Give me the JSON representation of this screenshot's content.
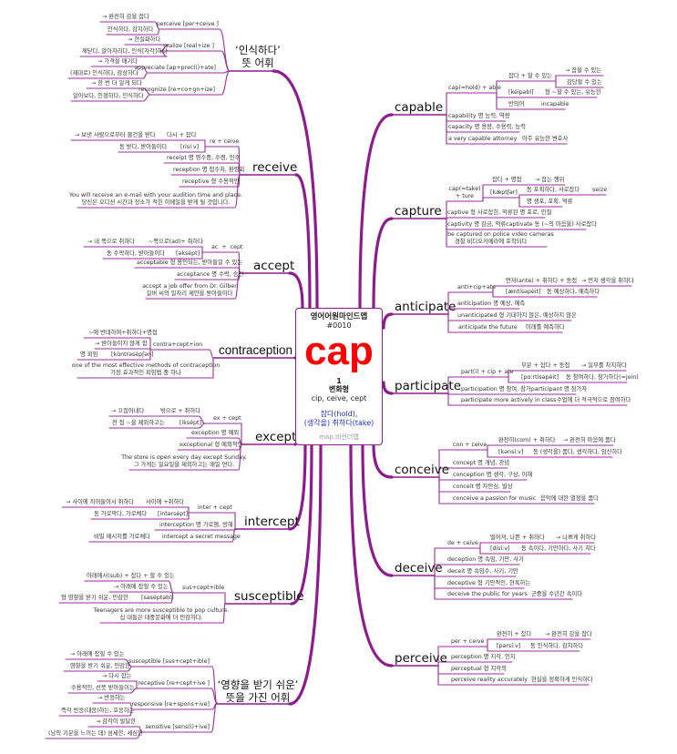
{
  "center": {
    "series_title": "영어어원마인드맵",
    "number": "#0010",
    "root": "cap",
    "variant_count": "1",
    "variant_label": "변화형",
    "variants": "cip, ceive, cept",
    "meaning_1": "잡다(hold),",
    "meaning_2": "(생각을) 취하다(take)",
    "brand": "map.비언더맵"
  },
  "colors": {
    "branch": "#8e1b8e",
    "root": "#ff0000",
    "meaning": "#1f2fd0",
    "brand": "#999999"
  },
  "branches": [
    {
      "label": "capable",
      "nodes": [
        "cap(=hold) + able",
        "잡다 + 할 수 있는",
        "→ 잡을 수 있는",
        "감당할 수 있는",
        "[kéipəbl]",
        "형 ~할 수 있는, 유능한",
        "반의어",
        "incapable",
        "capability 명 능력, 역량",
        "capacity 명 용량, 수용력, 능력",
        "a very capable attorney",
        "아주 유능한 변호사"
      ]
    },
    {
      "label": "capture",
      "nodes": [
        "cap(=take)\n+ ture",
        "잡다 + 명접",
        "→ 잡는 행위",
        "[kǽptʃər]",
        "동 포획하다, 사로잡다",
        "seize",
        "명 생포, 포획, 억류",
        "captive 형 사로잡힌, 억류된 명 포로, 인질",
        "captivity 명 감금, 억류captivate 동 (~의 마음을) 사로잡다",
        "be captured on police video cameras\n    경찰 비디오카메라에 포착되다"
      ]
    },
    {
      "label": "anticipate",
      "nodes": [
        "anti+cip+ate",
        "먼저(ante) + 취하다 + 동접",
        "→ 먼저 생각을 취하다",
        "[æntísəpèit]",
        "동 예상하다, 예측하다",
        "anticipation 명 예상, 예측",
        "unanticipated 형 기대하지 않은, 예상하지 않은",
        "anticipate the future",
        "미래를 예측하다"
      ]
    },
    {
      "label": "participate",
      "nodes": [
        "part(i) + cip + ate",
        "부분 + 잡다 + 동접",
        "→ 일부를 차지하다",
        "[pɑːrtísəpèit]",
        "동 참여하다, 참가하다(=join)",
        "participation 명 참여, 참가participant 명 참가자",
        "participate more actively in class",
        "수업에 더 적극적으로 참여하다"
      ]
    },
    {
      "label": "conceive",
      "nodes": [
        "con + ceive",
        "완전히(com) + 취하다",
        "→ 완전히 마음에 품다",
        "[kənsíːv]",
        "동 (생각을) 품다, 생각하다, 임신하다",
        "concept 명 개념, 관념",
        "conception 명 생각, 구상, 이해",
        "conceit 명 자만심, 발상",
        "conceive a passion for music",
        "음악에 대한 열정을 품다"
      ]
    },
    {
      "label": "deceive",
      "nodes": [
        "de + ceive",
        "떨어져, 나쁜 + 취하다",
        "→ 나쁘게 취하다",
        "[disíːv]",
        "동 속이다, 기만하다, 사기 치다",
        "deception 명 속임, 기만, 사기",
        "deceit 명 속임수, 사기, 기만",
        "deceptive 형 기만적인, 현혹하는",
        "deceive the public for years",
        "군중을 수년간 속이다"
      ]
    },
    {
      "label": "perceive",
      "nodes": [
        "per + ceive",
        "완전히 + 잡다",
        "→ 완전히 감을 잡다",
        "[pərsíːv]",
        "동 인식하다, 감지하다",
        "perception 명 지각, 인지",
        "perceptual 형 지각의",
        "perceive reality accurately",
        "현실을 정확하게 인식하다"
      ]
    },
    {
      "label": "‘인식하다’\n뜻 어휘",
      "nodes": [
        "perceive [per+ceive ]",
        "→ 완전히 감을 잡다",
        "인식하다, 감지하다",
        "realize [real+ize ]",
        "→ 현실화하다",
        "깨닫다, 알아차리다, 인식[자각]하다",
        "appreciate [ap+prec(i)+ate]",
        "→ 가격을 매기다",
        "(제대로) 인식하다, 감상하다",
        "recognize [re+co+gn+ize]",
        "→ 한 번 더 알게 되다",
        "알아보다, 인정하다, 인식하다"
      ]
    },
    {
      "label": "receive",
      "nodes": [
        "re + ceive",
        "다시 + 잡다",
        "→ 보낸 사람으로부터 물건을 받다",
        "동 받다, 받아들이다",
        "[risíːv]",
        "receipt 명 영수증, 수령, 인수",
        "reception 명 접수처, 환영회",
        "receptive 형 수용적인",
        "You will receive an e-mail with your audition time and place.\n당신은 오디션 시간과 장소가 적힌 이메일을 받게 될 것입니다."
      ]
    },
    {
      "label": "accept",
      "nodes": [
        "ac  +  cept",
        "~쪽으로(ad)+ 취하다",
        "→ 내 쪽으로 취하다",
        "동 수락하다, 받아들이다",
        "[əksépt]",
        "acceptable 형 용인되는, 받아들일 수 있는",
        "acceptance 명 수락, 승인",
        "accept a job offer from Dr. Gilber\n길버 씨의 일자리 제안을 받아들이다"
      ]
    },
    {
      "label": "contraception",
      "nodes": [
        "contra+cept+ion",
        "~에 반대하여+취하다+명접",
        "→ 받아들이지 않게 함",
        "명 피임",
        "[kɑ̀ntrəsépʃən]",
        "one of the most effective methods of contraception\n가장 효과적인 피임법 중 하나"
      ]
    },
    {
      "label": "except",
      "nodes": [
        "ex + cept",
        "밖으로 + 취하다",
        "→ 끄집어내다",
        "전 접 ~을 제외하고는",
        "[iksépt]",
        "exception 명 예외",
        "exceptional 형 예외적인",
        "The store is open every day except Sunday.\n그 가게는 일요일을 제외하고는 매일 연다."
      ]
    },
    {
      "label": "intercept",
      "nodes": [
        "inter + cept",
        "사이에 +취하다",
        "→ 사이에 끼어들어서 취하다",
        "동 가로막다, 가로채다",
        "[intərsépt]",
        "interception 명 가로챔, 방해",
        "비밀 메시지를 가로채다",
        "intercept a secret message"
      ]
    },
    {
      "label": "susceptible",
      "nodes": [
        "sus+cept+ible",
        "아래에서(sub) + 잡다 + 할 수 있는",
        "→ 아래에 잡힐 수 있는",
        "형 영향을 받기 쉬운, 민감한",
        "[səséptəbl]",
        "Teenagers are more susceptible to pop culture.\n십 대들은 대중문화에 더 민감하다."
      ]
    },
    {
      "label": "‘영향을 받기 쉬운’\n뜻을 가진 어휘",
      "nodes": [
        "susceptible [sus+cept+ible]",
        "→ 아래에 잡힐 수 있는",
        "영향을 받기 쉬운, 민감한",
        "receptive [re+cept+ive ]",
        "→ 다시 잡는",
        "수용적인, 선뜻 받아들이는",
        "responsive [re+spons+ive]",
        "→ 반응하는",
        "즉각 반응(대응)하는, 호응하는",
        "sensitive [sens(i)+ive]",
        "→ 감각이 발달한",
        "(남의 기분을 느끼는 데) 섬세한, 세심한"
      ]
    }
  ]
}
